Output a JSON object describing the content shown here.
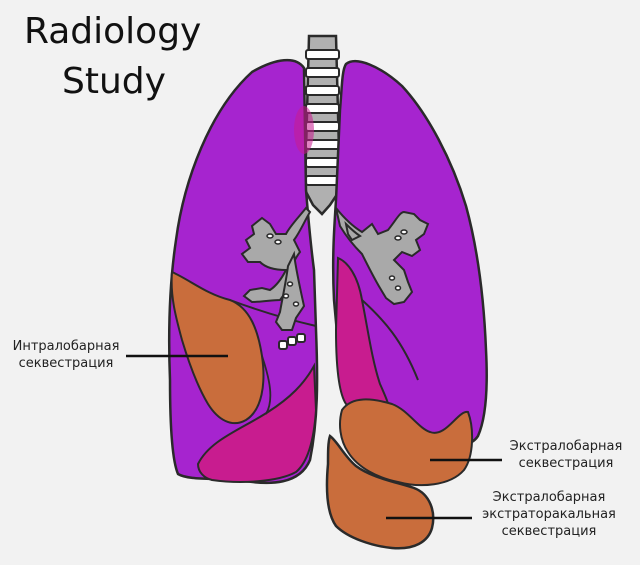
{
  "title": {
    "line1": "Radiology",
    "line2": "Study"
  },
  "labels": {
    "intralobar": {
      "line1": "Интралобарная",
      "line2": "секвестрация"
    },
    "extralobar": {
      "line1": "Экстралобарная",
      "line2": "секвестрация"
    },
    "extralobar_extrathoracic": {
      "line1": "Экстралобарная",
      "line2": "экстраторакальная",
      "line3": "секвестрация"
    }
  },
  "colors": {
    "background": "#f2f2f2",
    "lung": "#a624cf",
    "sequestration_vessel": "#c81c8f",
    "sequestration_tissue": "#c96d3c",
    "airway": "#a9a9a9",
    "outline": "#2a2a2a"
  }
}
